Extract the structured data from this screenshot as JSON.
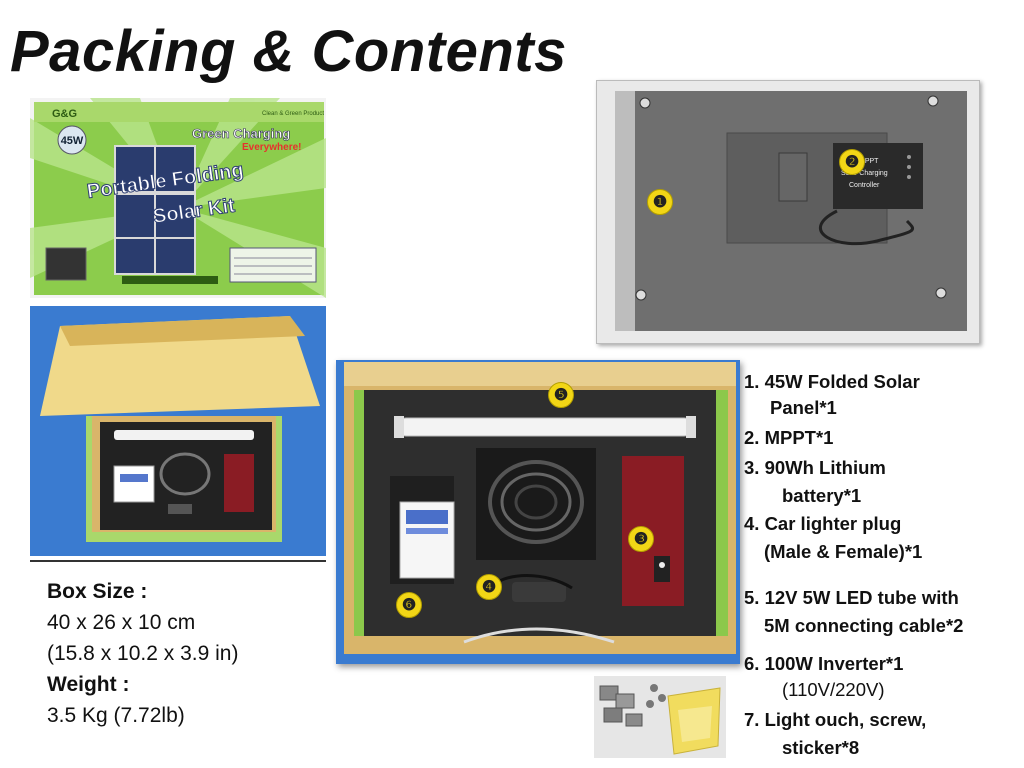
{
  "title": "Packing & Contents",
  "box_art": {
    "brand": "G&G",
    "badge": "45W",
    "slogan_1": "Green Charging",
    "slogan_2": "Everywhere!",
    "product_1": "Portable Folding",
    "product_2": "Solar Kit",
    "tag_top": "Clean & Green Product"
  },
  "controller_label": {
    "line1": "MPPT",
    "line2": "Solar Charging",
    "line3": "Controller"
  },
  "markers": [
    "❶",
    "❷",
    "❸",
    "❹",
    "❺",
    "❻"
  ],
  "info": {
    "box_size_label": "Box Size :",
    "box_size_cm": "40 x 26 x 10 cm",
    "box_size_in": "(15.8 x 10.2 x 3.9 in)",
    "weight_label": "Weight :",
    "weight_value": "3.5 Kg (7.72lb)"
  },
  "contents": {
    "item1_a": "1. 45W Folded Solar",
    "item1_b": "Panel*1",
    "item2": "2. MPPT*1",
    "item3_a": "3. 90Wh Lithium",
    "item3_b": "battery*1",
    "item4_a": "4. Car lighter plug",
    "item4_b": "(Male & Female)*1",
    "item5_a": "5. 12V 5W LED tube with",
    "item5_b": "5M connecting cable*2",
    "item6_a": "6. 100W Inverter*1",
    "item6_b": "(110V/220V)",
    "item7_a": "7. Light ouch, screw,",
    "item7_b": "sticker*8"
  },
  "colors": {
    "box_green": "#7fc24a",
    "panel_gray": "#7a7a7a",
    "foam": "#2d2d2d",
    "marker_yellow": "#f2d616",
    "battery_red": "#8a1c24"
  }
}
